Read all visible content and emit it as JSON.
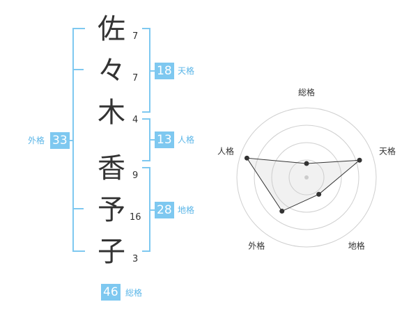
{
  "name_chars": [
    {
      "char": "佐",
      "strokes": "7"
    },
    {
      "char": "々",
      "strokes": "7"
    },
    {
      "char": "木",
      "strokes": "4"
    },
    {
      "char": "香",
      "strokes": "9"
    },
    {
      "char": "予",
      "strokes": "16"
    },
    {
      "char": "子",
      "strokes": "3"
    }
  ],
  "kaku": {
    "tenkaku": {
      "value": "18",
      "label": "天格"
    },
    "jinkaku": {
      "value": "13",
      "label": "人格"
    },
    "chikaku": {
      "value": "28",
      "label": "地格"
    },
    "gaikaku": {
      "value": "33",
      "label": "外格"
    },
    "soukaku": {
      "value": "46",
      "label": "総格"
    }
  },
  "colors": {
    "accent": "#7ec8f0",
    "text": "#333333",
    "label": "#5bb6e8"
  },
  "chart_data": {
    "type": "radar",
    "axes": [
      "総格",
      "天格",
      "地格",
      "外格",
      "人格"
    ],
    "values": [
      0.2,
      0.8,
      0.3,
      0.6,
      0.9
    ],
    "rmax": 1,
    "rings": 4
  }
}
